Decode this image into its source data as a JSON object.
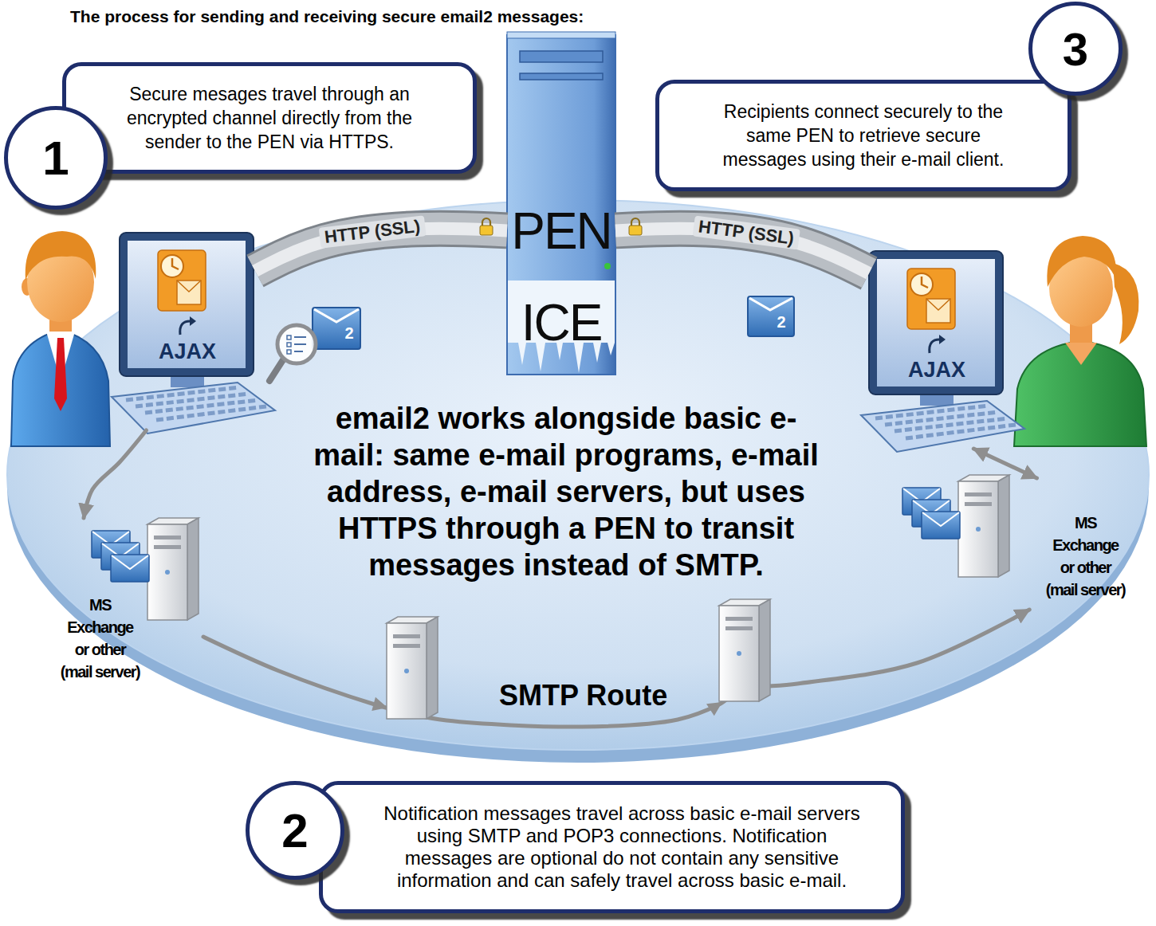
{
  "diagram": {
    "title": "The process for sending and receiving secure email2 messages:",
    "nodes": [
      {
        "text": [
          "Secure mesages travel through an encrypted channel directly from the sender to the PEN via HTTPS."
        ]
      },
      {
        "text": [
          "Recipients connect securely to the same PEN to retrieve secure messages using their e-mail client."
        ]
      },
      {
        "text": [
          "AJAX"
        ]
      },
      {
        "text": [
          "PEN",
          "ICE"
        ]
      },
      {
        "text": [
          "AJAX"
        ]
      },
      {
        "text": [
          "MS Exchange or other (mail server)"
        ]
      },
      {
        "text": [
          "MS Exchange or other (mail server)"
        ]
      },
      {
        "text": [
          "Notification messages travel across basic e-mail servers using SMTP and POP3 connections. Notification messages are optional do not contain any sensitive information and can safely travel across basic e-mail."
        ]
      }
    ],
    "edges": [
      {
        "from": 2,
        "to": 3,
        "label": "HTTP (SSL)",
        "arrow": "none"
      },
      {
        "from": 3,
        "to": 4,
        "label": "HTTP (SSL)",
        "arrow": "none"
      },
      {
        "from": 2,
        "to": 5,
        "arrow": "to"
      },
      {
        "from": 5,
        "to": 6,
        "label": "SMTP Route",
        "arrow": "to"
      },
      {
        "from": 4,
        "to": 6,
        "arrow": "both"
      }
    ],
    "labels": [
      "1",
      "3",
      "2",
      "2",
      "email2 works alongside basic e-mail: same e-mail programs, e-mail address, e-mail servers, but uses HTTPS through a PEN to transit messages instead of SMTP.",
      "2"
    ]
  }
}
